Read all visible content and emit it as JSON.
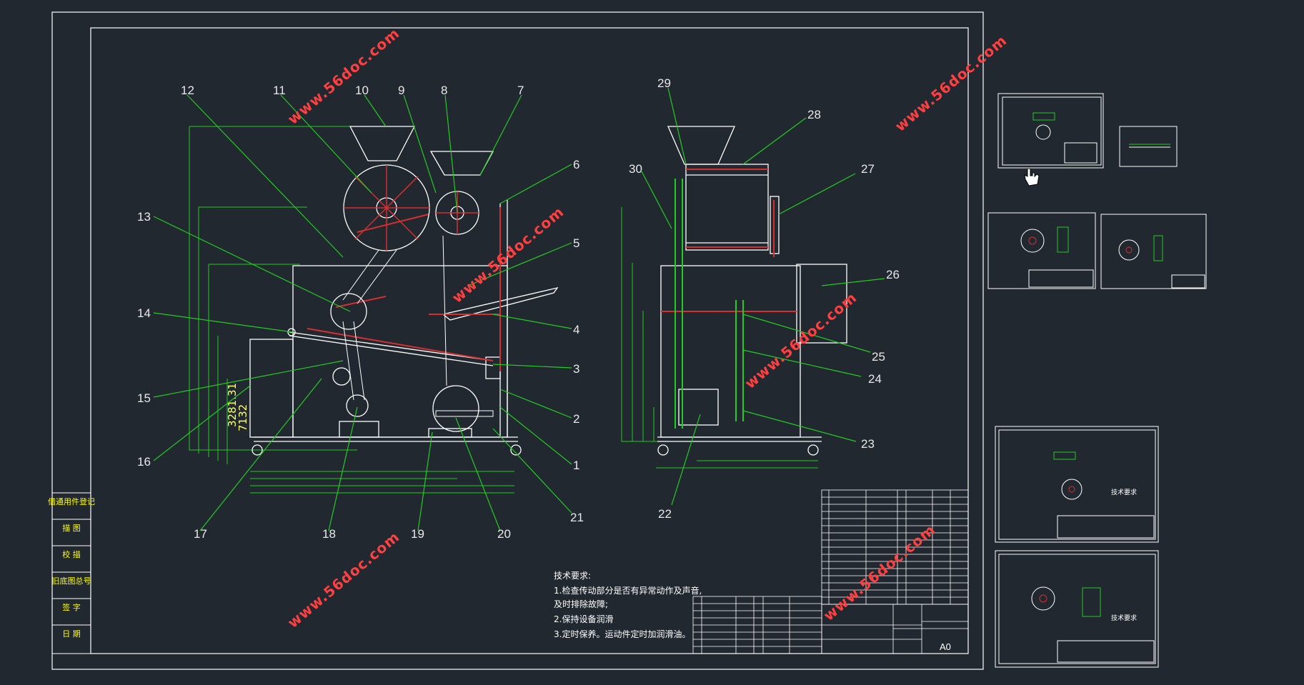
{
  "drawing": {
    "part_numbers_left": [
      "12",
      "11",
      "10",
      "9",
      "8",
      "7",
      "6",
      "5",
      "4",
      "3",
      "2",
      "1",
      "13",
      "14",
      "15",
      "16",
      "17",
      "18",
      "19",
      "20",
      "21"
    ],
    "part_numbers_right": [
      "29",
      "28",
      "30",
      "27",
      "26",
      "25",
      "24",
      "23",
      "22"
    ],
    "dimension_texts": [
      "3281.31",
      "7132"
    ],
    "sheet_size": "A0",
    "sidebar_labels": [
      "借通用件登记",
      "描 图",
      "校 描",
      "旧底图总号",
      "签 字",
      "日 期"
    ],
    "notes": {
      "heading": "技术要求:",
      "line1": "1.检查传动部分是否有异常动作及声音,",
      "line1b": "及时排除故障;",
      "line2": "2.保持设备润滑",
      "line3": "3.定时保养。运动件定时加润滑油。"
    },
    "watermark": "www.56doc.com"
  },
  "thumbnails": {
    "notes_heading": "技术要求"
  },
  "cursor": "hand-pointer-icon"
}
